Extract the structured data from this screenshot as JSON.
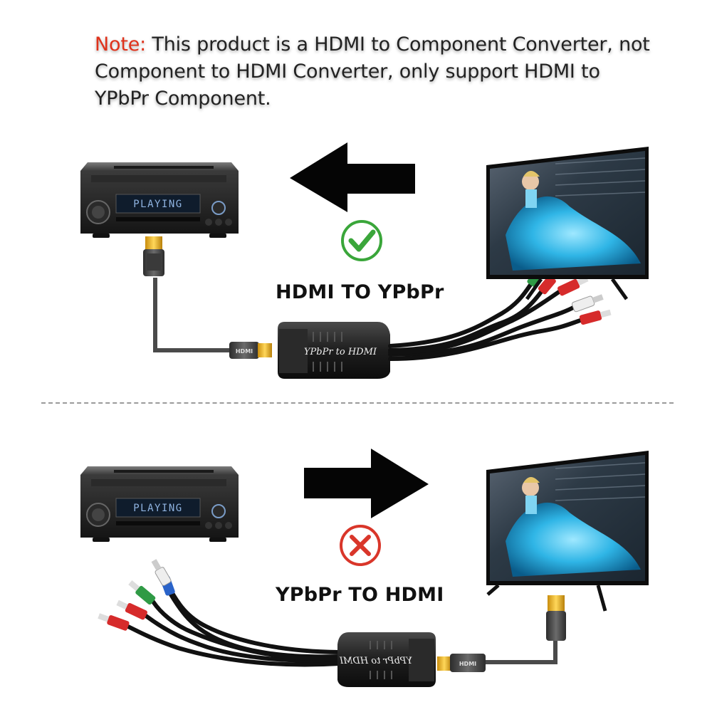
{
  "note": {
    "label": "Note:",
    "text": "This product is a HDMI to Component Converter, not Component to HDMI Converter, only support HDMI to YPbPr Component."
  },
  "top_panel": {
    "caption": "HDMI TO YPbPr",
    "status_icon": "check-mark-icon",
    "arrow_direction": "left",
    "player_display": "PLAYING",
    "converter_label": "YPbPr to HDMI",
    "hdmi_plug_label": "HDMI"
  },
  "bottom_panel": {
    "caption": "YPbPr TO HDMI",
    "status_icon": "cross-mark-icon",
    "arrow_direction": "right",
    "player_display": "PLAYING",
    "converter_label": "YPbPr to HDMI",
    "hdmi_plug_label": "HDMI"
  },
  "colors": {
    "note_label": "#e0321b",
    "check": "#3aa63a",
    "cross": "#d9362a",
    "cable_red": "#d62b2b",
    "cable_green": "#2f9a45",
    "cable_blue": "#2a63c9",
    "hdmi_gold": "#e8b21c"
  }
}
